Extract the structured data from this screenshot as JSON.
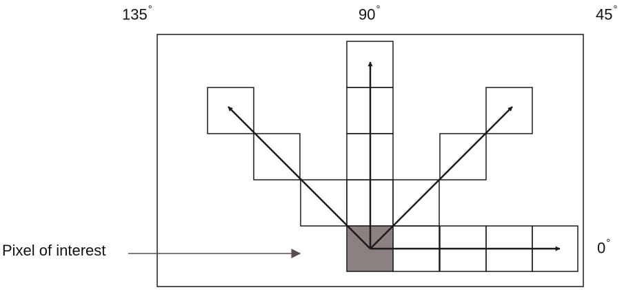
{
  "directions": {
    "deg_135": {
      "value": "135",
      "unit": "°"
    },
    "deg_90": {
      "value": "90",
      "unit": "°"
    },
    "deg_45": {
      "value": "45",
      "unit": "°"
    },
    "deg_0": {
      "value": "0",
      "unit": "°"
    }
  },
  "pixel_of_interest_label": "Pixel of interest",
  "colors": {
    "line": "#1a1a1a",
    "pixel_of_interest_fill": "#8c8080",
    "pointer_arrow": "#5a4f4f",
    "background": "#ffffff"
  }
}
